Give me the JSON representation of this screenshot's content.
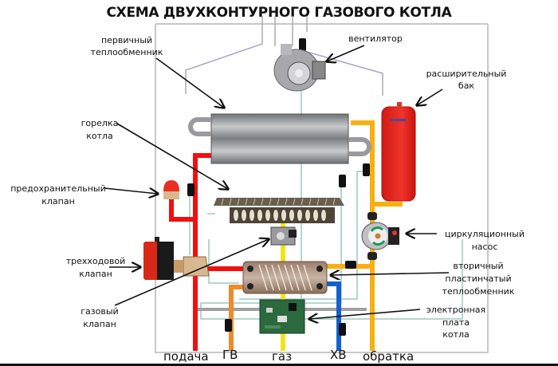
{
  "title": "СХЕМА  ДВУХКОНТУРНОГО ГАЗОВОГО КОТЛА",
  "components": {
    "fan": {
      "label": "вентилятор"
    },
    "primary_heat_exchanger": {
      "line1": "первичный",
      "line2": "теплообменник"
    },
    "burner": {
      "line1": "горелка",
      "line2": "котла"
    },
    "expansion_tank": {
      "line1": "расширительный",
      "line2": "бак"
    },
    "safety_valve": {
      "line1": "предохранительный",
      "line2": "клапан"
    },
    "three_way_valve": {
      "line1": "трехходовой",
      "line2": "клапан"
    },
    "circulation_pump": {
      "line1": "циркуляционный",
      "line2": "насос"
    },
    "secondary_heat_exchanger": {
      "line1": "вторичный",
      "line2": "пластинчатый",
      "line3": "теплообменник"
    },
    "gas_valve": {
      "line1": "газовый",
      "line2": "клапан"
    },
    "control_board": {
      "line1": "электронная",
      "line2": "плата",
      "line3": "котла"
    }
  },
  "pipes": {
    "supply": {
      "label": "подача",
      "color": "#f01010"
    },
    "hot_water": {
      "label": "ГВ",
      "color": "#f08a2a"
    },
    "gas": {
      "label": "газ",
      "color": "#f5e21a"
    },
    "cold_water": {
      "label": "ХВ",
      "color": "#1560d0"
    },
    "return": {
      "label": "обратка",
      "color": "#f8b010"
    }
  },
  "colors": {
    "frame": "#c8c8cc",
    "sensor_wire": "#9cc8c0",
    "tank": "#e8281e",
    "exchanger": "#8a8e92"
  }
}
